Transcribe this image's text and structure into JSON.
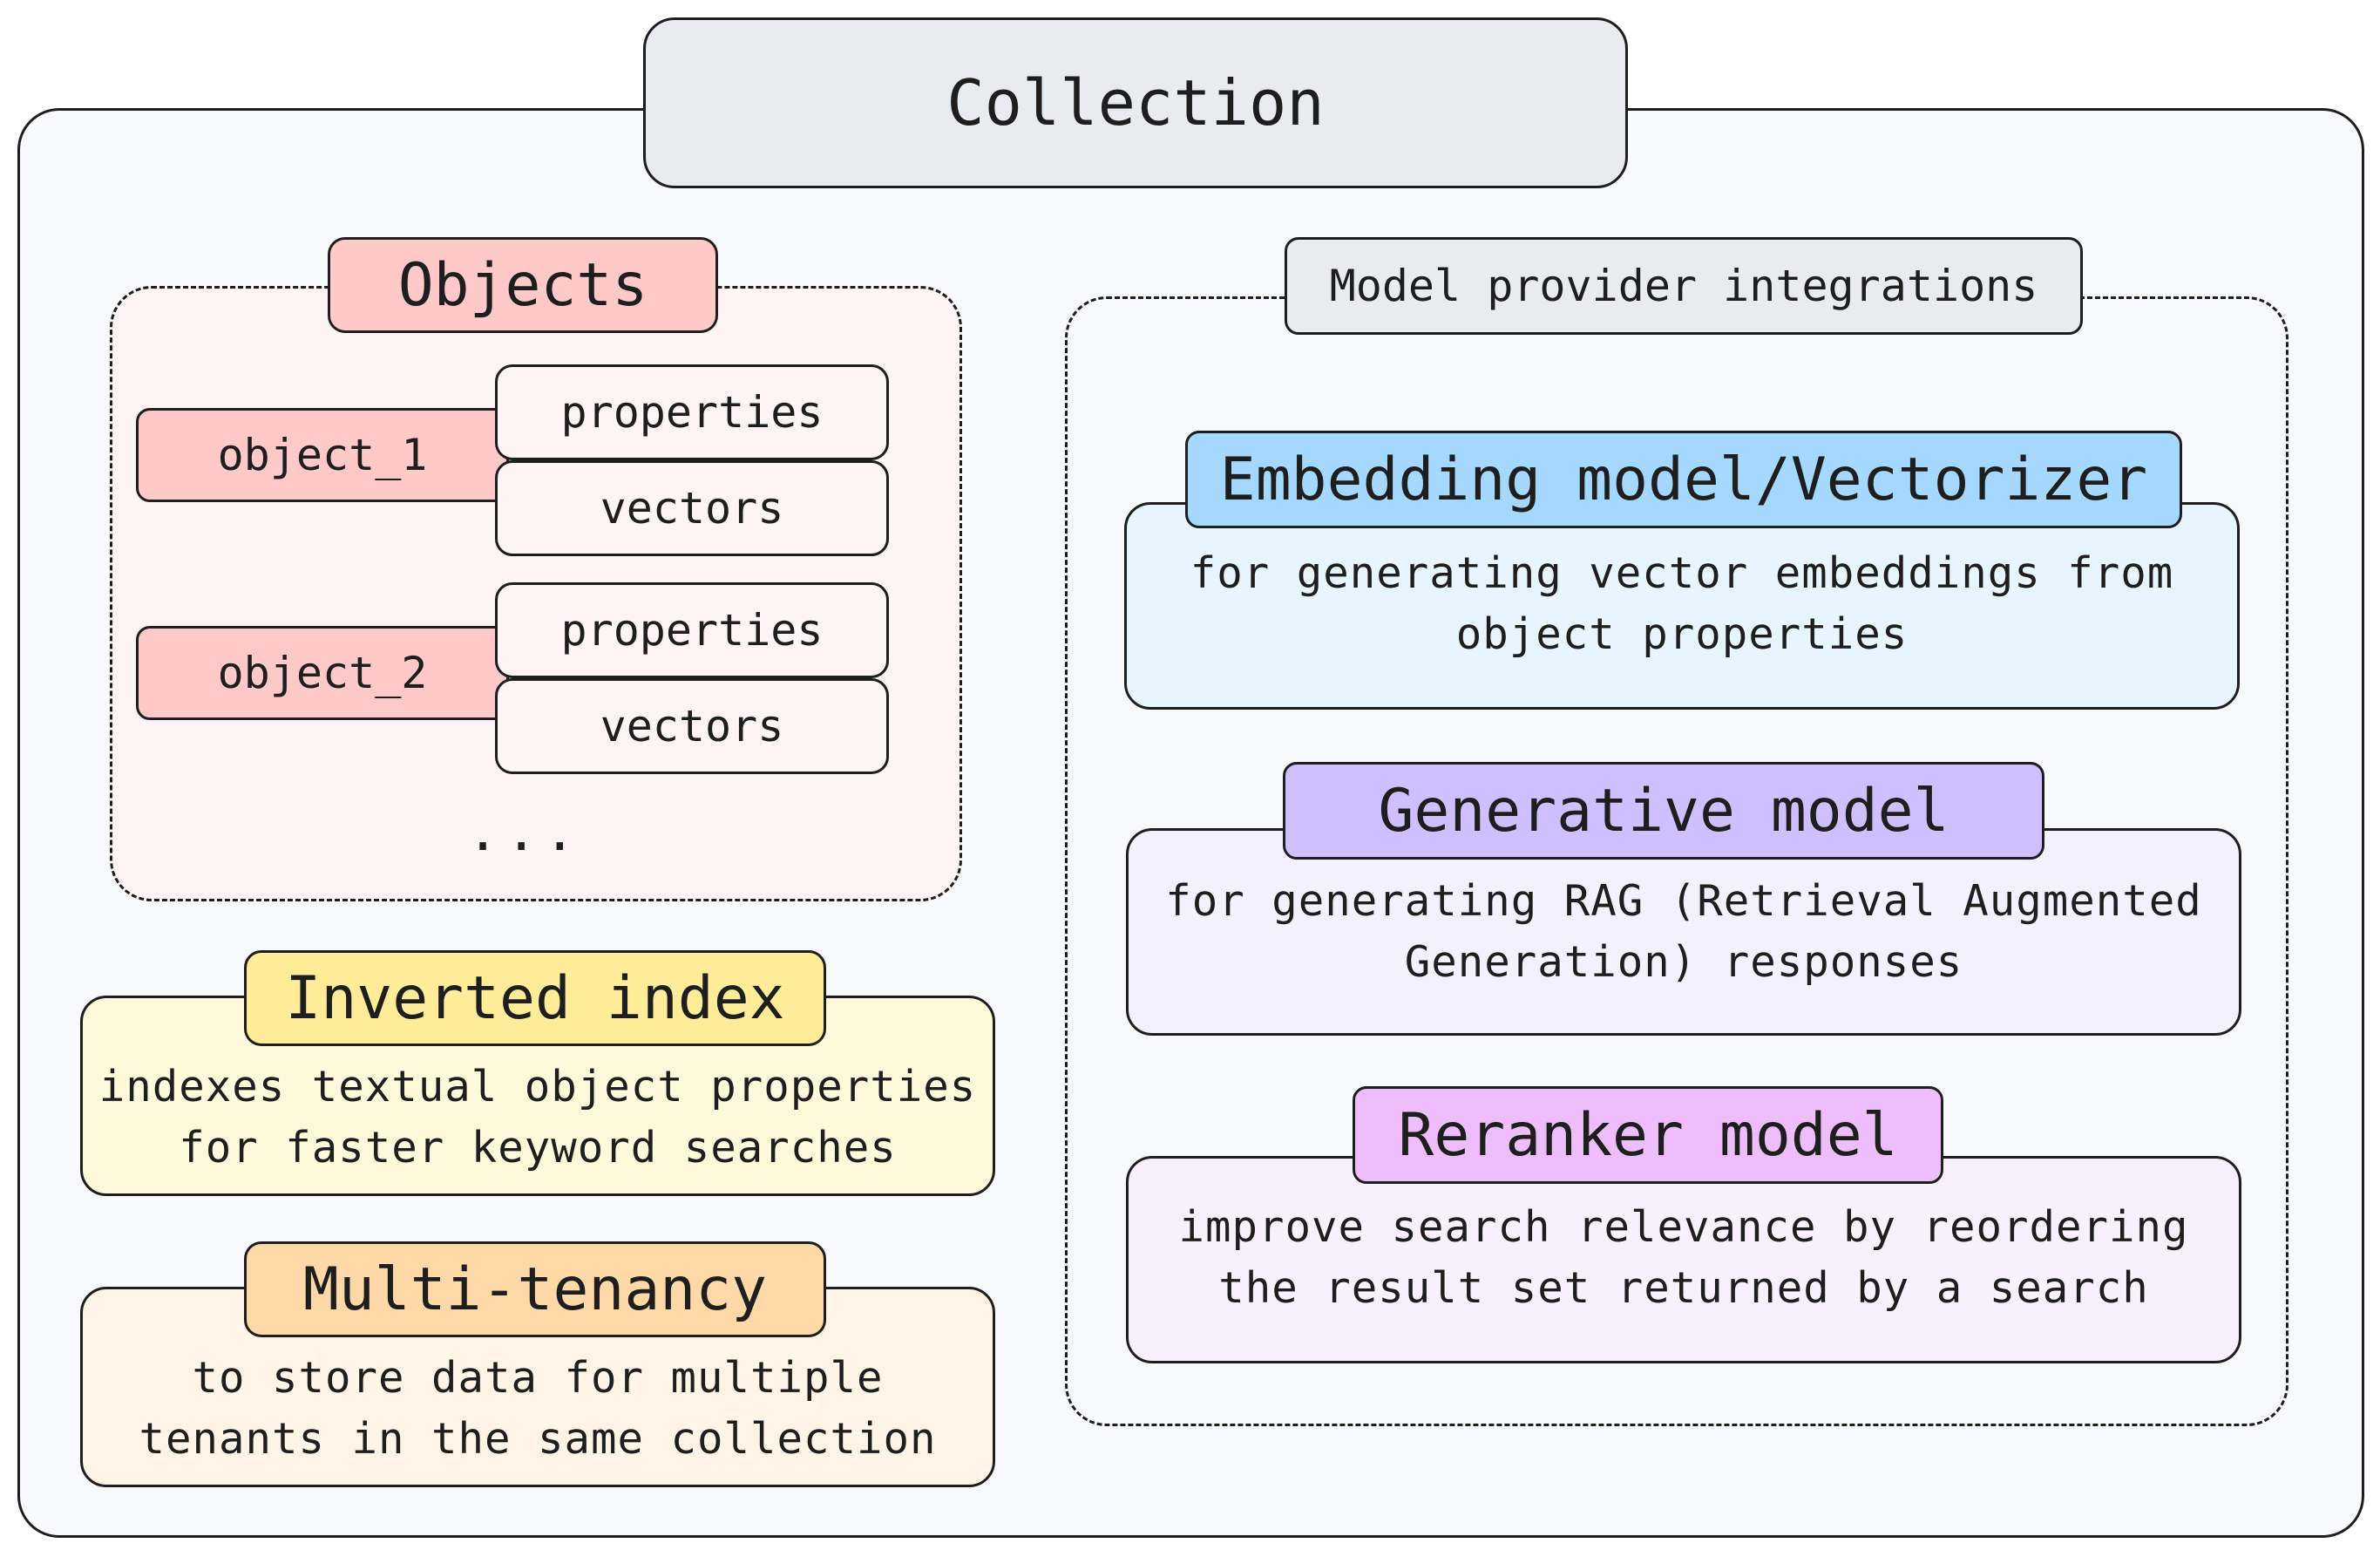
{
  "collection": {
    "title": "Collection"
  },
  "objects": {
    "title": "Objects",
    "items": [
      {
        "name": "object_1",
        "properties": "properties",
        "vectors": "vectors"
      },
      {
        "name": "object_2",
        "properties": "properties",
        "vectors": "vectors"
      }
    ],
    "ellipsis": "..."
  },
  "inverted_index": {
    "title": "Inverted index",
    "description": "indexes textual object properties\nfor faster keyword searches"
  },
  "multi_tenancy": {
    "title": "Multi-tenancy",
    "description": "to store data for multiple\ntenants in the same collection"
  },
  "model_provider": {
    "title": "Model provider integrations",
    "embedding": {
      "title": "Embedding model/Vectorizer",
      "description": "for generating vector embeddings from\nobject properties"
    },
    "generative": {
      "title": "Generative model",
      "description": "for generating RAG (Retrieval Augmented\nGeneration) responses"
    },
    "reranker": {
      "title": "Reranker model",
      "description": "improve search relevance by reordering\nthe result set returned by a search"
    }
  },
  "colors": {
    "collection_bg": "#f8f9fb",
    "collection_title_bg": "#e9ecef",
    "objects_bg": "#fff4f4",
    "objects_label_bg": "#ffc9c9",
    "inverted_bg": "#fff9db",
    "inverted_label_bg": "#ffec99",
    "tenancy_bg": "#fff4e6",
    "tenancy_label_bg": "#ffd8a8",
    "embedding_bg": "#e7f5ff",
    "embedding_label_bg": "#a5d8ff",
    "generative_bg": "#f3f0ff",
    "generative_label_bg": "#d0bfff",
    "reranker_bg": "#f8f0fc",
    "reranker_label_bg": "#eebefa"
  }
}
